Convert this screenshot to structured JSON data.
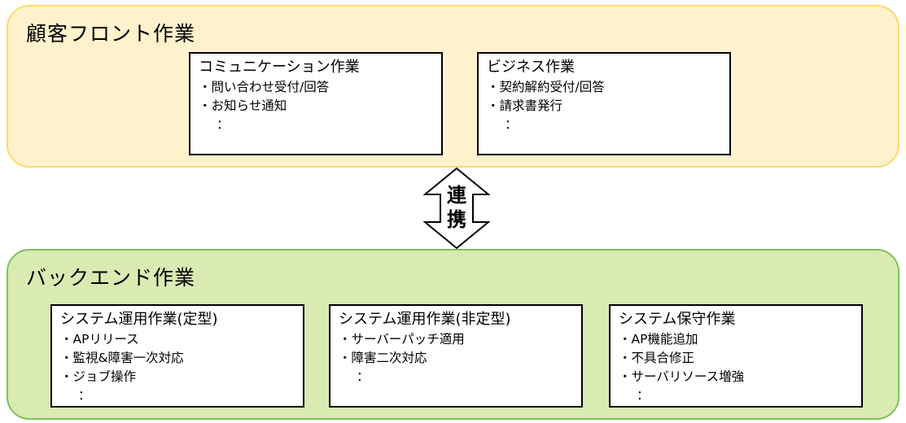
{
  "front": {
    "title": "顧客フロント作業",
    "fill": "#fff2cc",
    "border": "#ffd966",
    "boxes": [
      {
        "title": "コミュニケーション作業",
        "items": [
          "・問い合わせ受付/回答",
          "・お知らせ通知",
          "："
        ]
      },
      {
        "title": "ビジネス作業",
        "items": [
          "・契約解約受付/回答",
          "・請求書発行",
          "："
        ]
      }
    ]
  },
  "link": {
    "chars": [
      "連",
      "携"
    ]
  },
  "back": {
    "title": "バックエンド作業",
    "fill": "#d9eab3",
    "border": "#7ec25b",
    "boxes": [
      {
        "title": "システム運用作業(定型)",
        "items": [
          "・APリリース",
          "・監視&障害一次対応",
          "・ジョブ操作",
          "："
        ]
      },
      {
        "title": "システム運用作業(非定型)",
        "items": [
          "・サーバーパッチ適用",
          "・障害二次対応",
          "："
        ]
      },
      {
        "title": "システム保守作業",
        "items": [
          "・AP機能追加",
          "・不具合修正",
          "・サーバリソース増強",
          "："
        ]
      }
    ]
  }
}
